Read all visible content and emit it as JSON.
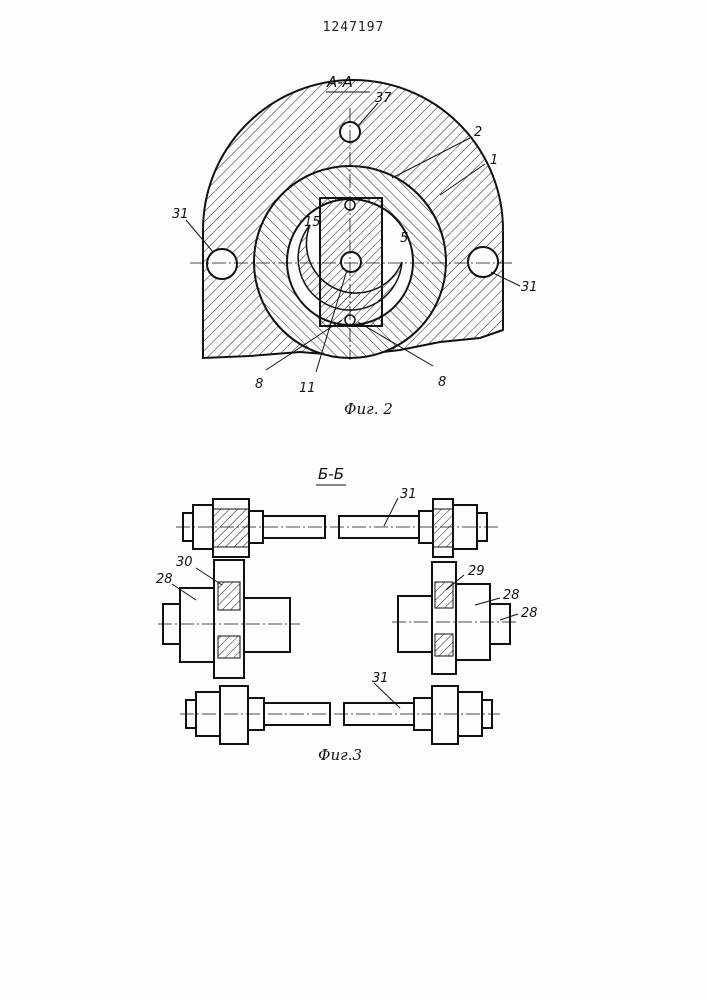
{
  "header": {
    "patent_number": "1247197"
  },
  "figure2": {
    "section_label": "А-А",
    "caption": "Фиг. 2",
    "callouts": {
      "c37": "37",
      "c2": "2",
      "c1": "1",
      "c31_left": "31",
      "c31_right": "31",
      "c15": "15",
      "c5": "5",
      "c8_left": "8",
      "c11": "11",
      "c8_right": "8"
    }
  },
  "figure3": {
    "section_label": "Б-Б",
    "caption": "Фиг.3",
    "callouts": {
      "c31_top": "31",
      "c30": "30",
      "c28_left": "28",
      "c29": "29",
      "c28_right_a": "28",
      "c28_right_b": "28",
      "c31_bottom": "31"
    }
  }
}
